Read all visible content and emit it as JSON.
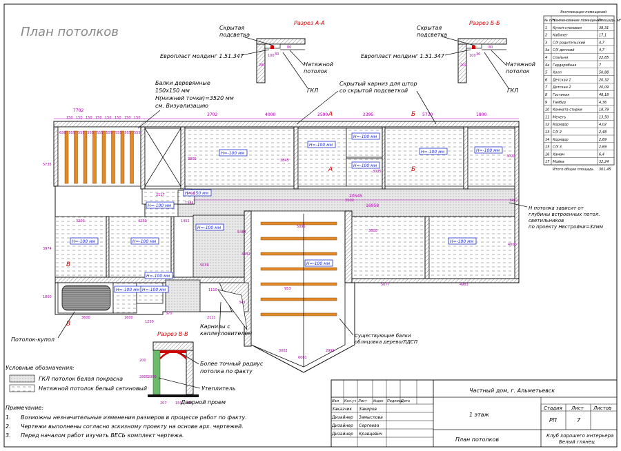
{
  "colors": {
    "dimension": "#b000b0",
    "section_mark": "#d00000",
    "ceiling_label": "#1f2fd0",
    "beam": "#e08a2a"
  },
  "title": "План потолков",
  "section_aa": {
    "title": "Разрез А-А",
    "hidden_light": "Скрытая подсветка",
    "molding": "Европласт молдинг 1.51.347",
    "stretch": "Натяжной потолок",
    "gkl": "ГКЛ",
    "dims": [
      "80",
      "100",
      "30",
      "100",
      "200"
    ]
  },
  "section_bb": {
    "title": "Разрез Б-Б",
    "hidden_light": "Скрытая подсветка",
    "molding": "Европласт молдинг 1.51.347",
    "stretch": "Натяжной потолок",
    "gkl": "ГКЛ",
    "dims": [
      "80",
      "100",
      "30",
      "100",
      "200"
    ]
  },
  "section_vv": {
    "title": "Разрез В-В",
    "dims": [
      "200",
      "50",
      "150",
      "150",
      "2800",
      "2000",
      "207",
      "150",
      "50"
    ]
  },
  "annotations": {
    "beams": "Балки деревянные 150х150 мм Н(нижней точки)=3520 мм см. Визуализацию",
    "curtain": "Скрытый карниз для штор со скрытой подсветкой",
    "h_note": "Н потолка зависит от глубины встроенных потол. светильников по проекту Нвстройки=32мм",
    "existing_beams": "Существующие балки облицовка дерево/ЛДСП",
    "cornices": "Карнизы с каплеуловителем",
    "cupola": "Потолок-купол",
    "radius": "Более точный радиус потолка по факту",
    "insulation": "Утеплитель",
    "doorway": "Дверной проем"
  },
  "ceiling_labels": [
    "Н=-100 мм",
    "Н=-100 мм",
    "Н=-100 мм",
    "Н=-100 мм",
    "Н=-100 мм",
    "Н=-100 мм",
    "Н=-100 мм",
    "Н=-100 мм",
    "Н=-150 мм",
    "Н=-100 мм",
    "Н=-100 мм",
    "Н=-100 мм",
    "Н=-100 мм",
    "Н=-100 мм",
    "Н=-100 мм",
    "Н=-100 мм"
  ],
  "dimensions": {
    "top": [
      "7702",
      "3702",
      "4000",
      "2590",
      "2395",
      "5730",
      "1800"
    ],
    "beams_spacing": [
      "150",
      "150",
      "150",
      "150",
      "150",
      "150",
      "150",
      "150"
    ],
    "beams_gaps": [
      "630",
      "555",
      "555",
      "555",
      "555",
      "555",
      "555",
      "555",
      "555"
    ],
    "corridor": [
      "20545",
      "16958"
    ],
    "misc": [
      "5735",
      "3974",
      "1800",
      "5039",
      "5095",
      "5077",
      "4983",
      "3600",
      "1600",
      "1250",
      "3002",
      "6001",
      "2999",
      "4000",
      "4332",
      "5484",
      "1452",
      "1384",
      "1416",
      "2117",
      "3805",
      "3845",
      "3035",
      "3020",
      "3200",
      "4250",
      "1110",
      "2111",
      "345",
      "370",
      "1462",
      "953",
      "3800",
      "3500"
    ],
    "section_marks": [
      "А",
      "А",
      "Б",
      "Б",
      "В",
      "В"
    ]
  },
  "specification": {
    "title": "Экспликация помещений",
    "headers": [
      "№ п/п",
      "Наименование помещения",
      "Площадь, м²"
    ],
    "rows": [
      [
        "1",
        "Купол-столовая",
        "38,31"
      ],
      [
        "2",
        "Кабинет",
        "17,1"
      ],
      [
        "3",
        "С/У родительский",
        "4,7"
      ],
      [
        "3а",
        "С/У детский",
        "4,7"
      ],
      [
        "4",
        "Спальня",
        "22,85"
      ],
      [
        "4а",
        "Гардеробная",
        "7"
      ],
      [
        "5",
        "Холл",
        "50,88"
      ],
      [
        "6",
        "Детская 1",
        "20,32"
      ],
      [
        "7",
        "Детская 2",
        "20,09"
      ],
      [
        "8",
        "Гостиная",
        "48,18"
      ],
      [
        "9",
        "Тамбур",
        "4,36"
      ],
      [
        "10",
        "Комната стирки",
        "18,79"
      ],
      [
        "11",
        "Мечеть",
        "13,50"
      ],
      [
        "12",
        "Коридор",
        "4,02"
      ],
      [
        "13",
        "С/У 2",
        "2,48"
      ],
      [
        "14",
        "Коридор",
        "2,69"
      ],
      [
        "15",
        "С/У 3",
        "2,69"
      ],
      [
        "16",
        "Хамам",
        "6,4"
      ],
      [
        "17",
        "Мойка",
        "32,24"
      ]
    ],
    "total": [
      "",
      "Итого общая площадь",
      "301,45"
    ]
  },
  "legend": {
    "title": "Условные обозначения:",
    "items": [
      "ГКЛ потолок белая покраска",
      "Натяжной потолок белый сатиновый"
    ]
  },
  "notes": {
    "title": "Примечание:",
    "items": [
      [
        "1.",
        "Возможны незначительные изменения размеров в процессе работ по факту."
      ],
      [
        "2.",
        "Чертежи выполнены согласно эскизному проекту на основе арх. чертежей."
      ],
      [
        "3.",
        "Перед началом работ изучить ВЕСЬ комплект чертежа."
      ]
    ]
  },
  "stamp": {
    "project": "Частный дом, г. Альметьевск",
    "hdr": [
      "Изм",
      "Кол.уч",
      "Лист",
      "№док",
      "Подпись",
      "Дата"
    ],
    "people": [
      [
        "Заказчик",
        "Закиров"
      ],
      [
        "Дизайнер",
        "Замыслова"
      ],
      [
        "Дизайнер",
        "Сергеева"
      ],
      [
        "Дизайнер",
        "Кравцевич"
      ]
    ],
    "floor": "1 этаж",
    "stage_h": "Стадия",
    "sheet_h": "Лист",
    "sheets_h": "Листов",
    "stage": "РП",
    "sheet": "7",
    "sheets": "",
    "drawing": "План потолков",
    "org": "Клуб хорошего интерьера Белый глянец"
  }
}
